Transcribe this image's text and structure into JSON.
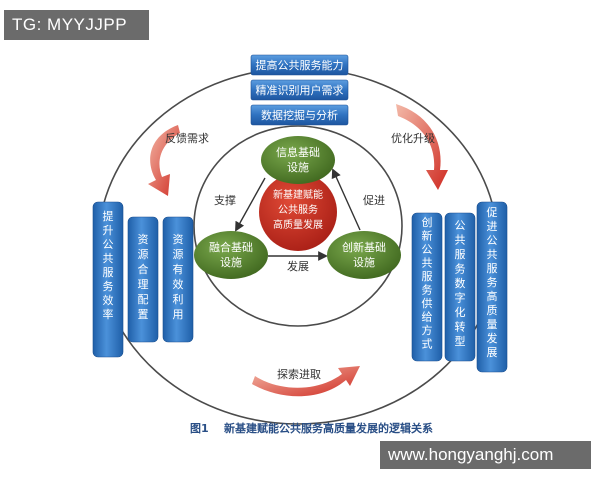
{
  "watermark_top": "TG: MYYJJPP",
  "watermark_bottom": "www.hongyanghj.com",
  "top_boxes": [
    "提高公共服务能力",
    "精准识别用户需求",
    "数据挖掘与分析"
  ],
  "left_pillars": [
    "提升公共服务效率",
    "资源合理配置",
    "资源有效利用"
  ],
  "right_pillars": [
    "创新公共服务供给方式",
    "公共服务数字化转型",
    "促进公共服务高质量发展"
  ],
  "center_text": [
    "新基建赋能",
    "公共服务",
    "高质量发展"
  ],
  "node_top": [
    "信息基础",
    "设施"
  ],
  "node_left": [
    "融合基础",
    "设施"
  ],
  "node_right": [
    "创新基础",
    "设施"
  ],
  "edge_labels": {
    "left": "支撑",
    "right": "促进",
    "bottom": "发展"
  },
  "arrow_labels": {
    "feedback": "反馈需求",
    "optimize": "优化升级",
    "explore": "探索进取"
  },
  "caption": "图1    新基建赋能公共服务高质量发展的逻辑关系",
  "colors": {
    "pillar_blue": "#2b78c4",
    "box_blue": "#2f72c0",
    "node_green": "#4d7a2c",
    "center_red": "#c62a1f",
    "arrow_red": "#cf2b22",
    "ring": "#4b4b4b"
  }
}
